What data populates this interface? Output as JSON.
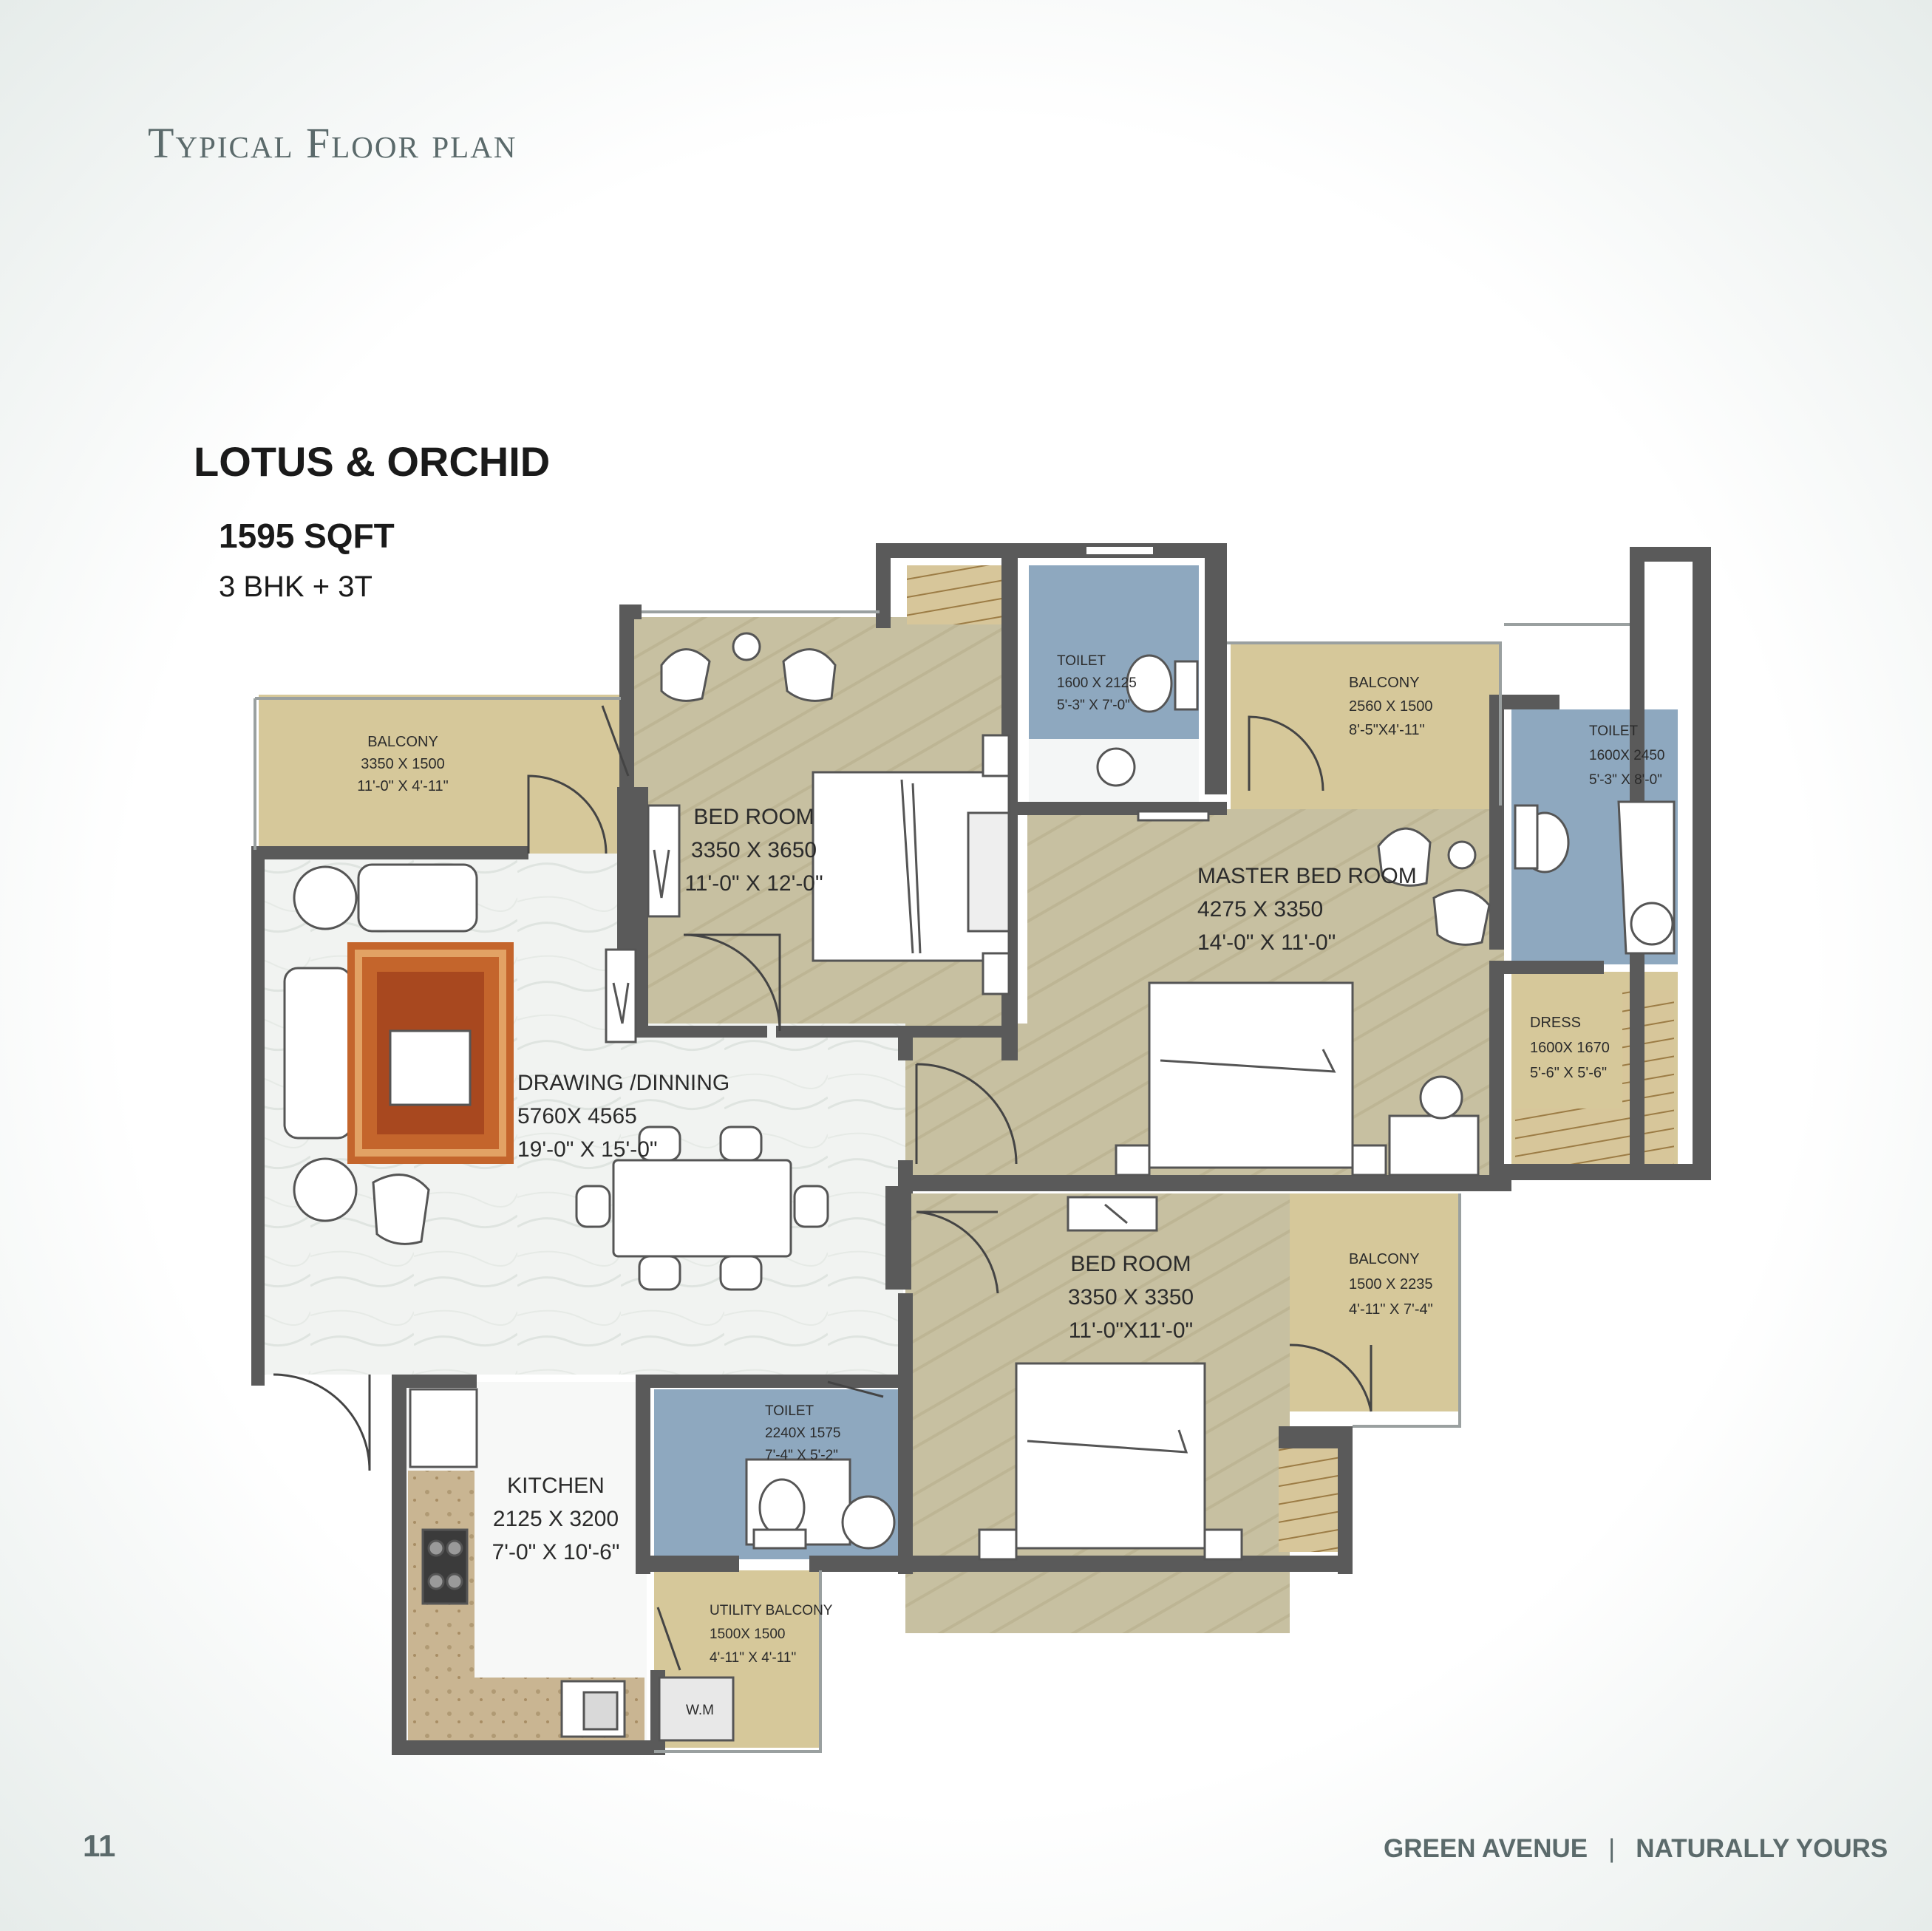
{
  "header": {
    "title": "Typical Floor plan"
  },
  "plan": {
    "name": "LOTUS & ORCHID",
    "area": "1595 SQFT",
    "config": "3 BHK + 3T"
  },
  "rooms": {
    "balcony_left": {
      "name": "BALCONY",
      "size_mm": "3350 X 1500",
      "size_ft": "11'-0\" X 4'-11\""
    },
    "bedroom_top": {
      "name": "BED ROOM",
      "size_mm": "3350 X 3650",
      "size_ft": "11'-0\" X 12'-0\""
    },
    "toilet_top": {
      "name": "TOILET",
      "size_mm": "1600 X 2125",
      "size_ft": "5'-3\" X 7'-0\""
    },
    "balcony_master": {
      "name": "BALCONY",
      "size_mm": "2560 X 1500",
      "size_ft": "8'-5\"X4'-11\""
    },
    "toilet_master": {
      "name": "TOILET",
      "size_mm": "1600X 2450",
      "size_ft": "5'-3\" X 8'-0\""
    },
    "master_bedroom": {
      "name": "MASTER BED ROOM",
      "size_mm": "4275 X 3350",
      "size_ft": "14'-0\" X 11'-0\""
    },
    "dress": {
      "name": "DRESS",
      "size_mm": "1600X 1670",
      "size_ft": "5'-6\" X 5'-6\""
    },
    "drawing_dining": {
      "name": "DRAWING /DINNING",
      "size_mm": "5760X 4565",
      "size_ft": "19'-0\" X 15'-0\""
    },
    "bedroom_bottom": {
      "name": "BED ROOM",
      "size_mm": "3350 X 3350",
      "size_ft": "11'-0\"X11'-0\""
    },
    "balcony_right": {
      "name": "BALCONY",
      "size_mm": "1500 X  2235",
      "size_ft": "4'-11\" X 7'-4\""
    },
    "kitchen": {
      "name": "KITCHEN",
      "size_mm": "2125 X 3200",
      "size_ft": "7'-0\" X 10'-6\""
    },
    "toilet_bottom": {
      "name": "TOILET",
      "size_mm": "2240X 1575",
      "size_ft": "7'-4\" X 5'-2\""
    },
    "utility_balcony": {
      "name": "UTILITY BALCONY",
      "size_mm": "1500X 1500",
      "size_ft": "4'-11\" X 4'-11\""
    },
    "washing_machine": {
      "name": "W.M"
    }
  },
  "footer": {
    "page_number": "11",
    "brand": "GREEN AVENUE",
    "separator": "|",
    "tagline": "NATURALLY YOURS"
  },
  "colors": {
    "wall": "#5a5a5a",
    "balcony": "#d6c89a",
    "bedroom": "#c9c3a6",
    "toilet": "#8ea8bf",
    "drawing": "#f3f4f2",
    "rug": "#c4652c"
  }
}
